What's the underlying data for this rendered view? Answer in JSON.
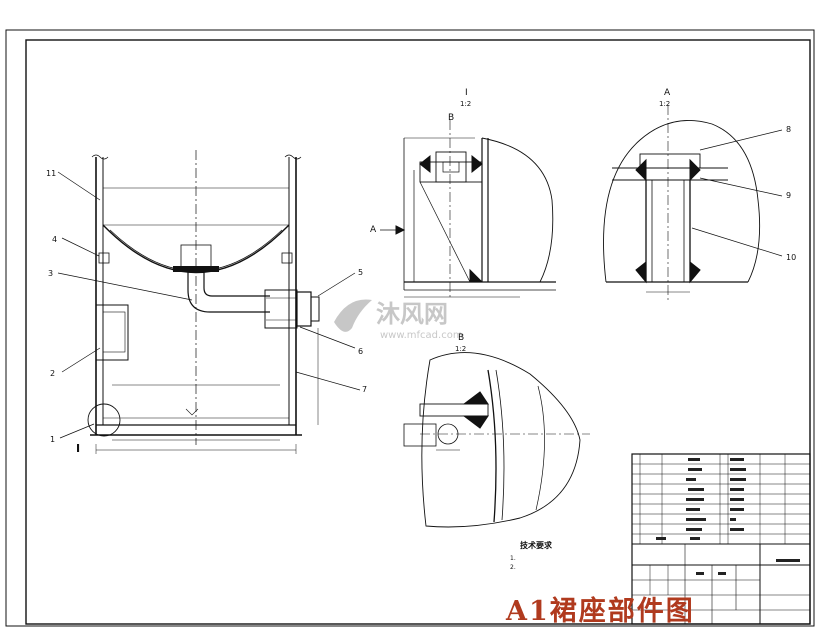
{
  "drawing": {
    "sheet_title": "A1裙座部件图",
    "watermark_brand": "沐风网",
    "watermark_url": "www.mfcad.com",
    "colors": {
      "line": "#111111",
      "banner": "#b03a1e",
      "watermark": "#a8a8a8",
      "paper": "#ffffff"
    }
  },
  "views": {
    "section_1": {
      "label": "I",
      "scale": "1:2"
    },
    "view_a": {
      "label": "A",
      "scale": "1:2"
    },
    "section_b": {
      "label": "B",
      "scale": "1:2"
    },
    "view_a_arrow": "A",
    "view_b_arrow": "B"
  },
  "balloons": [
    "1",
    "2",
    "3",
    "4",
    "5",
    "6",
    "7",
    "8",
    "9",
    "10",
    "11"
  ],
  "detail_marker": "I",
  "notes": {
    "heading": "技术要求",
    "lines": [
      "1.",
      "2.",
      ""
    ]
  }
}
